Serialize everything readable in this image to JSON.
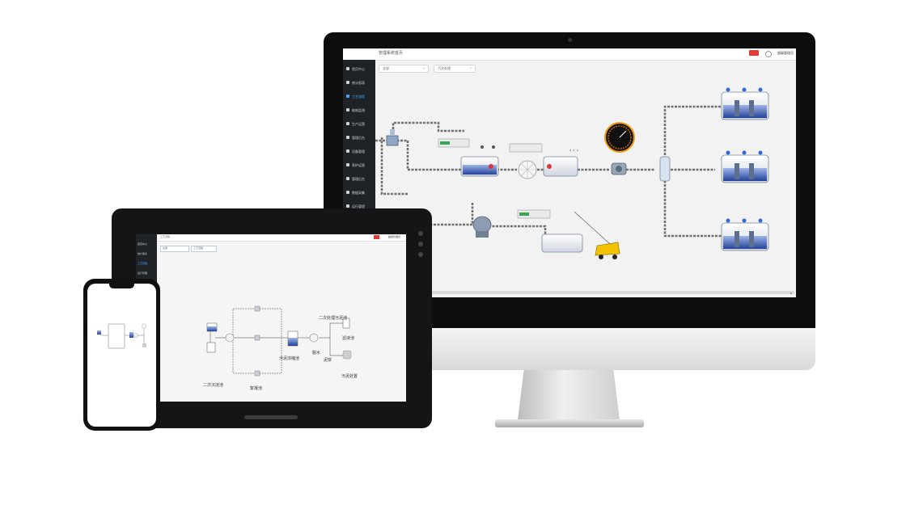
{
  "monitor": {
    "header_title": "管理系统首页",
    "alarm_badge": "",
    "user_label": "超级管理员",
    "sidebar": [
      {
        "label": "首页中心",
        "active": false
      },
      {
        "label": "统计报表",
        "active": false
      },
      {
        "label": "工艺流程",
        "active": true
      },
      {
        "label": "能耗监测",
        "active": false
      },
      {
        "label": "生产运营",
        "active": false
      },
      {
        "label": "管理后台",
        "active": false
      },
      {
        "label": "设备管理",
        "active": false
      },
      {
        "label": "养护运营",
        "active": false
      },
      {
        "label": "管理后台",
        "active": false
      },
      {
        "label": "数据采集",
        "active": false
      },
      {
        "label": "运行管理",
        "active": false
      }
    ],
    "filters": [
      {
        "value": "全部",
        "arrow": "⌄"
      },
      {
        "value": "污水处理",
        "arrow": "⌄"
      }
    ],
    "scroll_arrow": "▸"
  },
  "tablet": {
    "header_title": "工艺流程",
    "user_label": "超级管理员",
    "sidebar": [
      {
        "label": "首页中心",
        "active": false
      },
      {
        "label": "统计报表",
        "active": false
      },
      {
        "label": "工艺流程",
        "active": true
      },
      {
        "label": "运行管理",
        "active": false
      }
    ],
    "filter_left": "全部",
    "filter_right": "工艺流程",
    "labels": {
      "secondary_sedimentation": "二次沉淀池",
      "clarifier": "絮凝池",
      "sludge_thickener": "污泥浓缩池",
      "dewatering": "脱水",
      "sludge_cake": "泥饼",
      "secondary_storage": "二次处理污泥池",
      "filtrate": "滤液池",
      "sludge_disposal": "污泥处置"
    }
  },
  "colors": {
    "accent": "#4aa3ff",
    "sidebar_bg": "#1f2328",
    "tank_water": "#2f4fa3",
    "pipe": "#7a7a7a",
    "alarm": "#e53935"
  }
}
